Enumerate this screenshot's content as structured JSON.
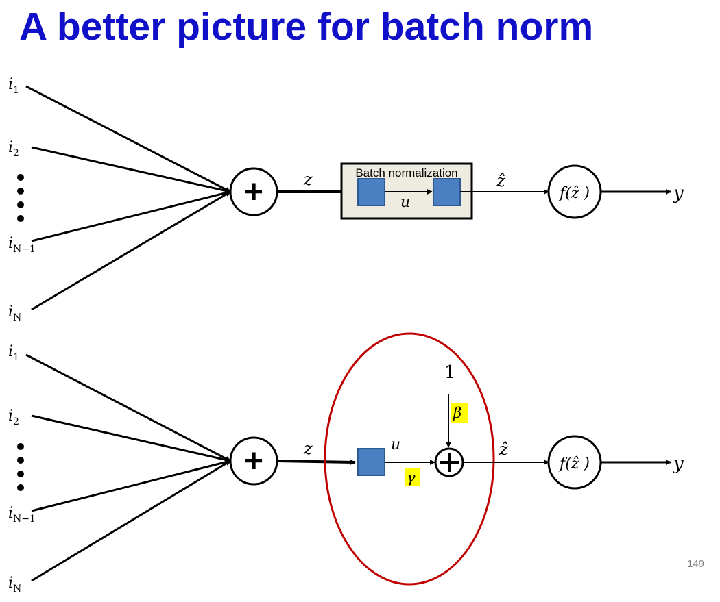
{
  "title": "A better picture for batch norm",
  "slide_number": "149",
  "top_diagram": {
    "inputs": [
      {
        "base": "i",
        "sub": "1"
      },
      {
        "base": "i",
        "sub": "2"
      },
      {
        "base": "i",
        "sub": "N−1"
      },
      {
        "base": "i",
        "sub": "N"
      }
    ],
    "sum_symbol": "+",
    "z_label": "z",
    "bn_box_label": "Batch normalization",
    "u_label": "u",
    "zhat_label": "ẑ",
    "activation_label": "f(ẑ )",
    "output_label": "y"
  },
  "bottom_diagram": {
    "inputs": [
      {
        "base": "i",
        "sub": "1"
      },
      {
        "base": "i",
        "sub": "2"
      },
      {
        "base": "i",
        "sub": "N−1"
      },
      {
        "base": "i",
        "sub": "N"
      }
    ],
    "sum_symbol": "+",
    "z_label": "z",
    "u_label": "u",
    "one_label": "1",
    "beta_label": "β",
    "gamma_label": "γ",
    "zhat_label": "ẑ",
    "activation_label": "f(ẑ )",
    "output_label": "y"
  },
  "colors": {
    "title": "#1010c8",
    "square_fill": "#4a7fc1",
    "square_stroke": "#2e5a93",
    "bn_box_fill": "#eeece1",
    "ellipse_stroke": "#c00000",
    "highlight": "#ffff00"
  }
}
